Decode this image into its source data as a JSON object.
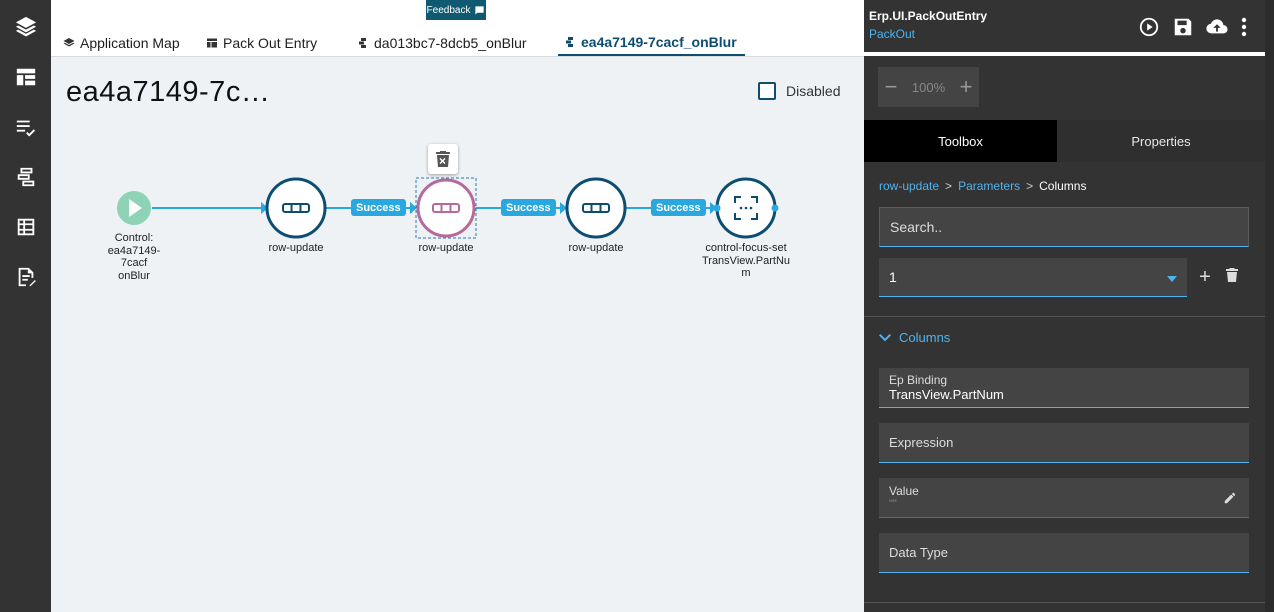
{
  "rail": {
    "icons": [
      "layers-icon",
      "layout-icon",
      "checklist-icon",
      "transfer-icon",
      "grid-icon",
      "edit-document-icon"
    ]
  },
  "feedback": {
    "label": "Feedback"
  },
  "tabs": [
    {
      "label": "Application Map",
      "icon": "layers-icon"
    },
    {
      "label": "Pack Out Entry",
      "icon": "layout-icon"
    },
    {
      "label": "da013bc7-8dcb5_onBlur",
      "icon": "event-icon"
    },
    {
      "label": "ea4a7149-7cacf_onBlur",
      "icon": "event-icon",
      "active": true
    }
  ],
  "canvas": {
    "title": "ea4a7149-7c…",
    "disabled_label": "Disabled"
  },
  "flow": {
    "start_label_lines": [
      "Control:",
      "ea4a7149-",
      "7cacf",
      "onBlur"
    ],
    "nodes": [
      {
        "label_lines": [
          "row-update"
        ]
      },
      {
        "label_lines": [
          "row-update"
        ],
        "selected": true
      },
      {
        "label_lines": [
          "row-update"
        ]
      },
      {
        "label_lines": [
          "control-focus-set",
          "TransView.PartNu",
          "m"
        ]
      }
    ],
    "connectors": [
      "Success",
      "Success",
      "Success"
    ]
  },
  "panel": {
    "app_title": "Erp.UI.PackOutEntry",
    "app_subtitle": "PackOut",
    "zoom": "100%",
    "zoom_minus": "−",
    "zoom_plus": "+",
    "tab_toolbox": "Toolbox",
    "tab_properties": "Properties",
    "breadcrumb": {
      "a": "row-update",
      "b": "Parameters",
      "c": "Columns",
      "sep": ">"
    },
    "search_placeholder": "Search..",
    "select_value": "1",
    "add_label": "+",
    "section_title": "Columns",
    "fields": {
      "ep_binding_label": "Ep Binding",
      "ep_binding_value": "TransView.PartNum",
      "expression_label": "Expression",
      "value_label": "Value",
      "value_value": "\"\"",
      "data_type_label": "Data Type"
    }
  },
  "colors": {
    "accent": "#29a8e0",
    "node_stroke": "#0e4d72",
    "start": "#8fd3b6",
    "selected": "#b56a9a",
    "link": "#4fb3f0"
  }
}
